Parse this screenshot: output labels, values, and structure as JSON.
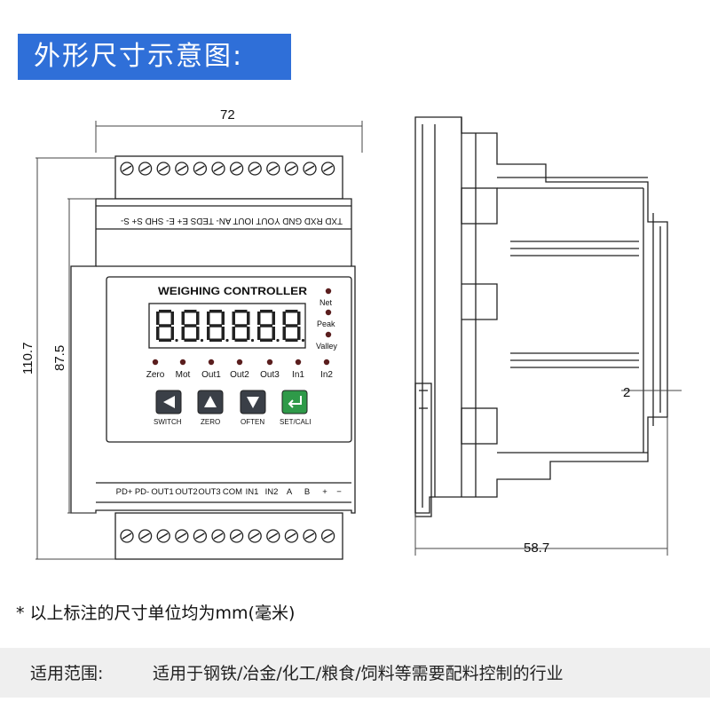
{
  "title": "外形尺寸示意图:",
  "dims": {
    "width": "72",
    "height_total": "110.7",
    "height_body": "87.5",
    "depth": "58.7",
    "side_offset": "2"
  },
  "terminals_top": "TXD RXD GND YOUT IOUT AN- TEDS E+ E- SHD S+ S-",
  "terminals_bottom": [
    "PD+",
    "PD-",
    "OUT1",
    "OUT2",
    "OUT3",
    "COM",
    "IN1",
    "IN2",
    "A",
    "B",
    "+",
    "−"
  ],
  "panel": {
    "heading": "WEIGHING CONTROLLER",
    "status_leds": [
      "Net",
      "Peak",
      "Valley"
    ],
    "indicator_leds": [
      "Zero",
      "Mot",
      "Out1",
      "Out2",
      "Out3",
      "In1",
      "In2"
    ],
    "buttons": [
      "SWITCH",
      "ZERO",
      "OFTEN",
      "SET/CALI"
    ],
    "display": "888888"
  },
  "note": "* 以上标注的尺寸单位均为mm(毫米)",
  "footer": {
    "label": "适用范围:",
    "text": "适用于钢铁/冶金/化工/粮食/饲料等需要配料控制的行业"
  }
}
